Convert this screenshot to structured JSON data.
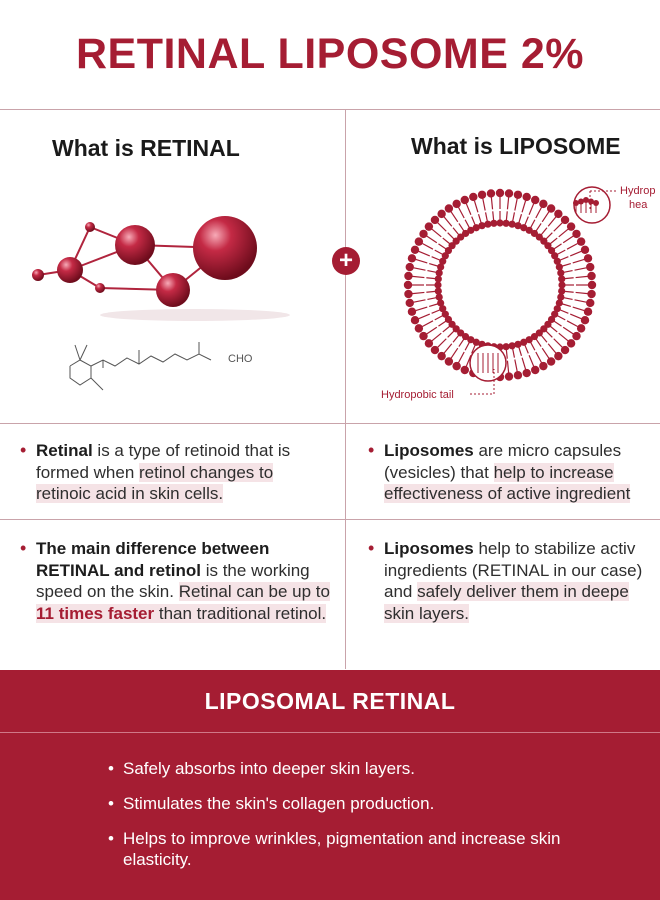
{
  "title": "RETINAL LIPOSOME 2%",
  "left_column": {
    "heading": "What is RETINAL",
    "formula_label": "CHO",
    "bullet1": {
      "bold": "Retinal",
      "text_a": " is a type of retinoid that is formed when ",
      "highlight": "retinol changes to retinoic acid in skin cells."
    },
    "bullet2": {
      "bold": "The main difference between RETINAL and retinol",
      "text_a": " is the working speed  on the skin. ",
      "highlight_a": "Retinal can be up to ",
      "emphasis": "11 times faster",
      "highlight_b": " than traditional retinol."
    }
  },
  "right_column": {
    "heading": "What is LIPOSOME",
    "label_head": "Hydrop",
    "label_head_2": "hea",
    "label_tail": "Hydropobic tail",
    "bullet1": {
      "bold": "Liposomes",
      "text_a": " are micro capsules (vesicles) that ",
      "highlight": "help to increase effectiveness of active ingredient"
    },
    "bullet2": {
      "bold": "Liposomes",
      "text_a": " help to stabilize activ ingredients (RETINAL in our case) and ",
      "highlight": "safely deliver them in deepe skin layers."
    }
  },
  "bottom": {
    "heading": "LIPOSOMAL RETINAL",
    "items": [
      "Safely absorbs into deeper skin layers.",
      "Stimulates the skin's collagen production.",
      "Helps to improve wrinkles, pigmentation and increase skin elasticity."
    ]
  },
  "colors": {
    "accent": "#a51d33",
    "highlight": "#f5e3e6"
  }
}
